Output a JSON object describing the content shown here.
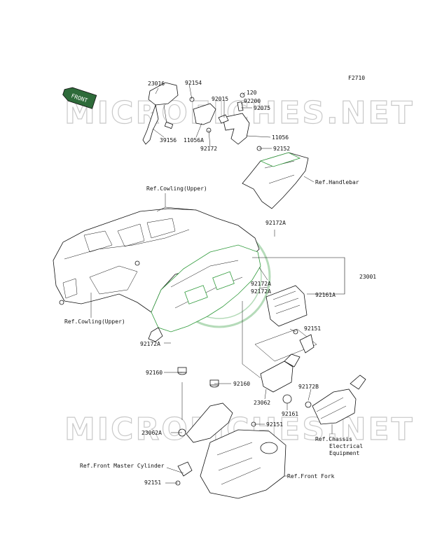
{
  "figure_code": "F2710",
  "front_tag": "FRONT",
  "watermark": "MICROFICHES.NET",
  "labels": {
    "l23016": "23016",
    "l92154": "92154",
    "l92015": "92015",
    "l120": "120",
    "l92200": "92200",
    "l92075": "92075",
    "l39156": "39156",
    "l11056A": "11056A",
    "l92172": "92172",
    "l11056": "11056",
    "l92152": "92152",
    "refHandlebar": "Ref.Handlebar",
    "refCowlingUpper1": "Ref.Cowling(Upper)",
    "l92172A_1": "92172A",
    "l23001": "23001",
    "l92172A_2": "92172A",
    "l92172A_3": "92172A",
    "l92161A": "92161A",
    "refCowlingUpper2": "Ref.Cowling(Upper)",
    "l92151_1": "92151",
    "l92172A_4": "92172A",
    "l92160_1": "92160",
    "l92160_2": "92160",
    "l23062": "23062",
    "l92172B": "92172B",
    "l92161": "92161",
    "l23062A": "23062A",
    "l92151_2": "92151",
    "refChassis1": "Ref.Chassis",
    "refChassis2": "Electrical",
    "refChassis3": "Equipment",
    "refFrontMasterCylinder": "Ref.Front Master Cylinder",
    "refFrontFork": "Ref.Front Fork",
    "l92151_3": "92151"
  }
}
